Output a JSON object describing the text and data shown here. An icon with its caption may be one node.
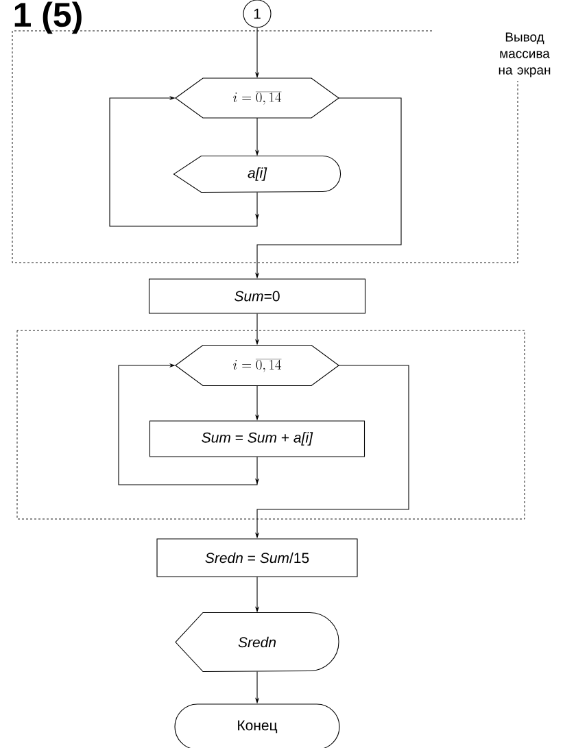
{
  "diagram": {
    "title": "1 (5)",
    "nodes": [
      {
        "text": [
          "1"
        ]
      },
      {
        "text": [
          "Вывод массива на экран"
        ]
      },
      {
        "text": [
          "i = \\overline{0,14}"
        ],
        "in": 1
      },
      {
        "text": [
          "a[i]"
        ],
        "in": 1
      },
      {
        "text": [
          "*Sum*=0"
        ]
      },
      {
        "text": [],
        "shape": "box"
      },
      {
        "text": [
          "i = \\overline{0,14}"
        ],
        "in": 5
      },
      {
        "text": [
          "*Sum* = *Sum* + *a[i]*"
        ],
        "in": 5
      },
      {
        "text": [
          "*Sredn* = *Sum*/15"
        ]
      },
      {
        "text": [
          "Sredn"
        ]
      },
      {
        "text": [
          "Конец"
        ]
      }
    ],
    "edges": [
      {
        "from": 0,
        "to": 2,
        "arrow": "to"
      },
      {
        "from": 2,
        "to": 3,
        "arrow": "to"
      },
      {
        "from": 3,
        "to": 2,
        "arrow": "to"
      },
      {
        "from": 2,
        "to": 4,
        "arrow": "to"
      },
      {
        "from": 4,
        "to": 6,
        "arrow": "to"
      },
      {
        "from": 6,
        "to": 7,
        "arrow": "to"
      },
      {
        "from": 7,
        "to": 6,
        "arrow": "to"
      },
      {
        "from": 6,
        "to": 8,
        "arrow": "to"
      },
      {
        "from": 8,
        "to": 9,
        "arrow": "to"
      },
      {
        "from": 9,
        "to": 10,
        "arrow": "to"
      }
    ]
  }
}
